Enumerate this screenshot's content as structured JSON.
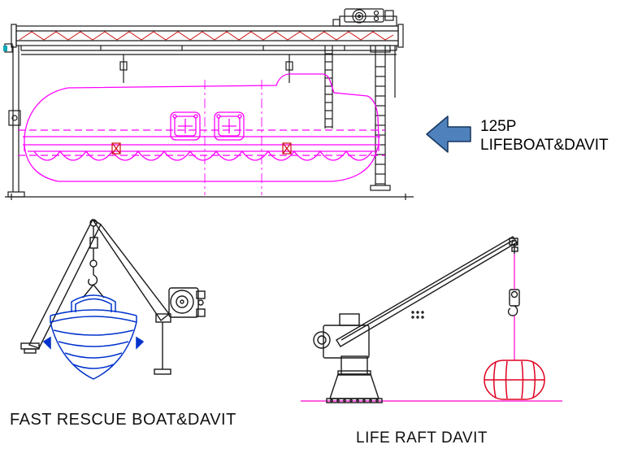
{
  "annotation": {
    "line1": "125P",
    "line2": "LIFEBOAT&DAVIT"
  },
  "captions": {
    "fast_rescue_boat": "FAST RESCUE BOAT&DAVIT",
    "life_raft": "LIFE RAFT DAVIT"
  },
  "colors": {
    "drawing_black": "#1a1a1a",
    "lifeboat_magenta": "#ff00ff",
    "hatch_red": "#cc1111",
    "rescue_boat_blue": "#0033cc",
    "raft_red": "#e00020",
    "ground_magenta": "#ff00cc",
    "cyan_fitting": "#00a7b5",
    "arrow_fill": "#4f81bd",
    "arrow_outline": "#17375e"
  }
}
